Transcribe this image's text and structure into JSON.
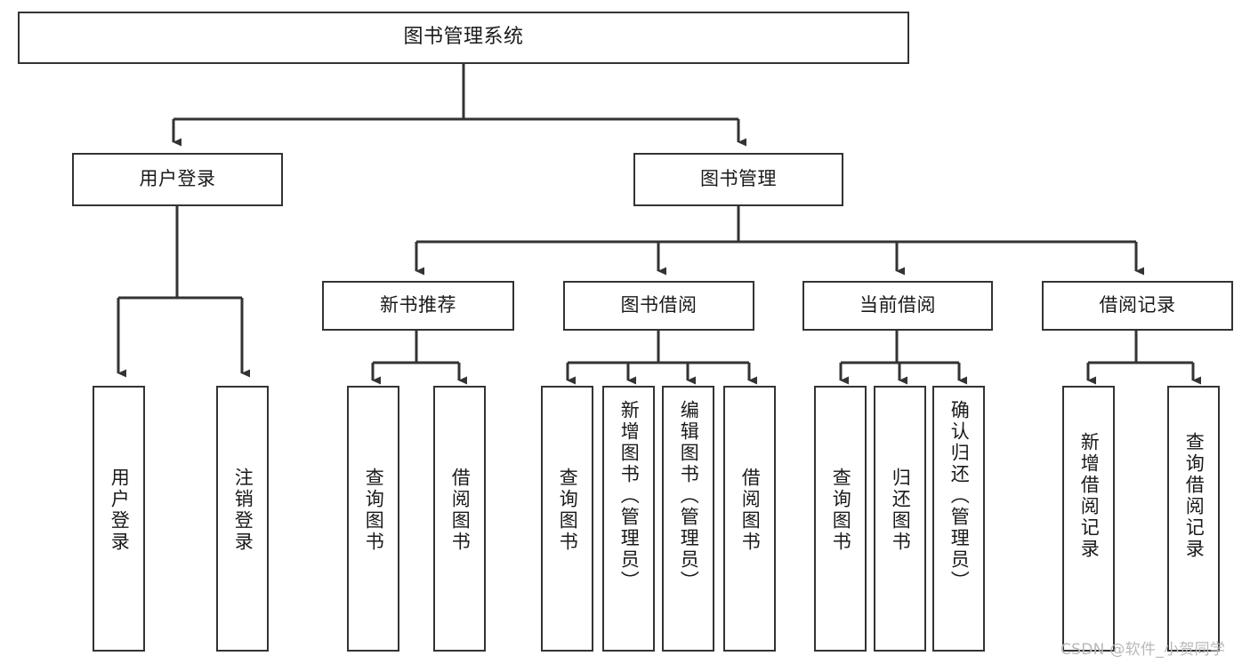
{
  "diagram": {
    "title": "图书管理系统",
    "type": "tree",
    "watermark": "CSDN @软件_小贺同学",
    "colors": {
      "node_border": "#333333",
      "node_fill": "#ffffff",
      "edge": "#333333",
      "text": "#1a1a1a",
      "watermark": "#b9b9b9",
      "background": "#ffffff"
    },
    "nodes": {
      "root": {
        "label": "图书管理系统"
      },
      "level2": [
        {
          "id": "user-login",
          "label": "用户登录"
        },
        {
          "id": "book-management",
          "label": "图书管理"
        }
      ],
      "level3": [
        {
          "id": "new-book-recommend",
          "label": "新书推荐"
        },
        {
          "id": "book-borrow",
          "label": "图书借阅"
        },
        {
          "id": "current-borrow",
          "label": "当前借阅"
        },
        {
          "id": "borrow-record",
          "label": "借阅记录"
        }
      ],
      "leaves": {
        "user_login": [
          {
            "id": "leaf-user-login",
            "label": "用户登录"
          },
          {
            "id": "leaf-logout-login",
            "label": "注销登录"
          }
        ],
        "new_book_recommend": [
          {
            "id": "leaf-query-book-1",
            "label": "查询图书"
          },
          {
            "id": "leaf-borrow-book-1",
            "label": "借阅图书"
          }
        ],
        "book_borrow": [
          {
            "id": "leaf-query-book-2",
            "label": "查询图书"
          },
          {
            "id": "leaf-add-book",
            "label": "新增图书（管理员）"
          },
          {
            "id": "leaf-edit-book",
            "label": "编辑图书（管理员）"
          },
          {
            "id": "leaf-borrow-book-2",
            "label": "借阅图书"
          }
        ],
        "current_borrow": [
          {
            "id": "leaf-query-book-3",
            "label": "查询图书"
          },
          {
            "id": "leaf-return-book",
            "label": "归还图书"
          },
          {
            "id": "leaf-confirm-return",
            "label": "确认归还（管理员）"
          }
        ],
        "borrow_record": [
          {
            "id": "leaf-add-record",
            "label": "新增借阅记录"
          },
          {
            "id": "leaf-query-record",
            "label": "查询借阅记录"
          }
        ]
      }
    }
  }
}
